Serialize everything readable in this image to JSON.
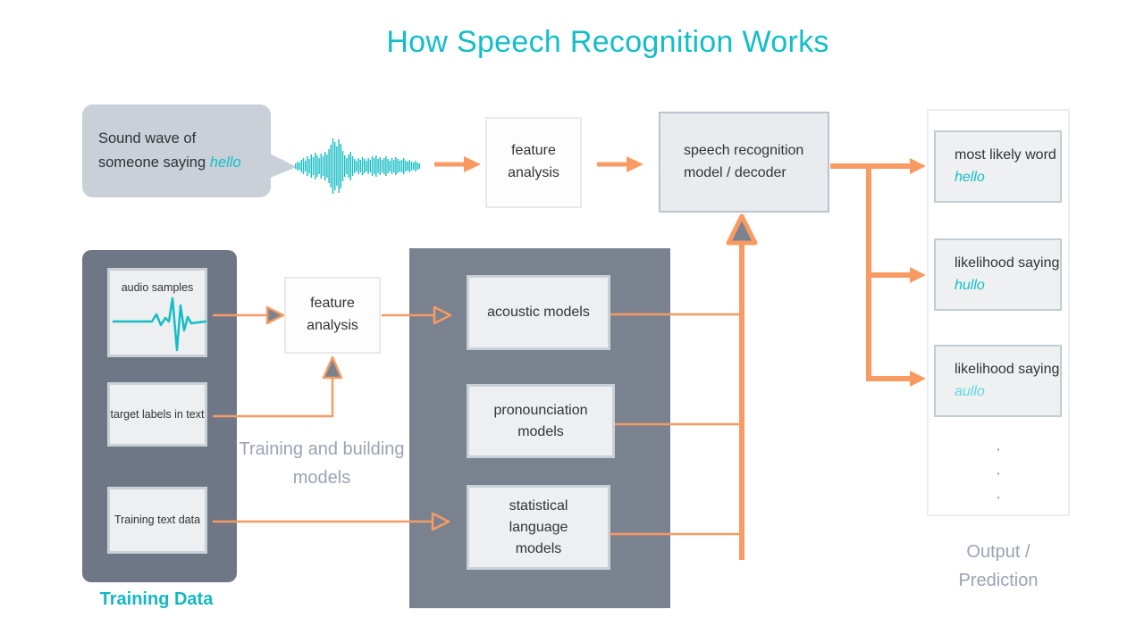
{
  "title": "How Speech Recognition Works",
  "bubble": {
    "line1": "Sound wave of",
    "line2": "someone saying",
    "word": "hello"
  },
  "top": {
    "feature_analysis": "feature analysis",
    "decoder": "speech recognition model / decoder"
  },
  "training": {
    "label": "Training Data",
    "audio_box": "audio samples",
    "labels_box": "target labels in text",
    "text_box": "Training text data"
  },
  "middle": {
    "feature_analysis": "feature analysis",
    "caption": "Training and building models"
  },
  "models": {
    "acoustic": "acoustic models",
    "pronunciation": "pronounciation models",
    "statistical": "statistical language models"
  },
  "output": {
    "caption": "Output / Prediction",
    "dot": "·",
    "boxes": [
      {
        "prefix": "most likely word",
        "word": "hello"
      },
      {
        "prefix": "likelihood saying",
        "word": "hullo"
      },
      {
        "prefix": "likelihood saying",
        "word": "aullo"
      }
    ]
  },
  "colors": {
    "teal": "#12bec8",
    "teal_light": "#5cd9df",
    "orange": "#f89b62",
    "panel_gray": "#7a8290",
    "bubble_gray": "#c9d0d8"
  }
}
